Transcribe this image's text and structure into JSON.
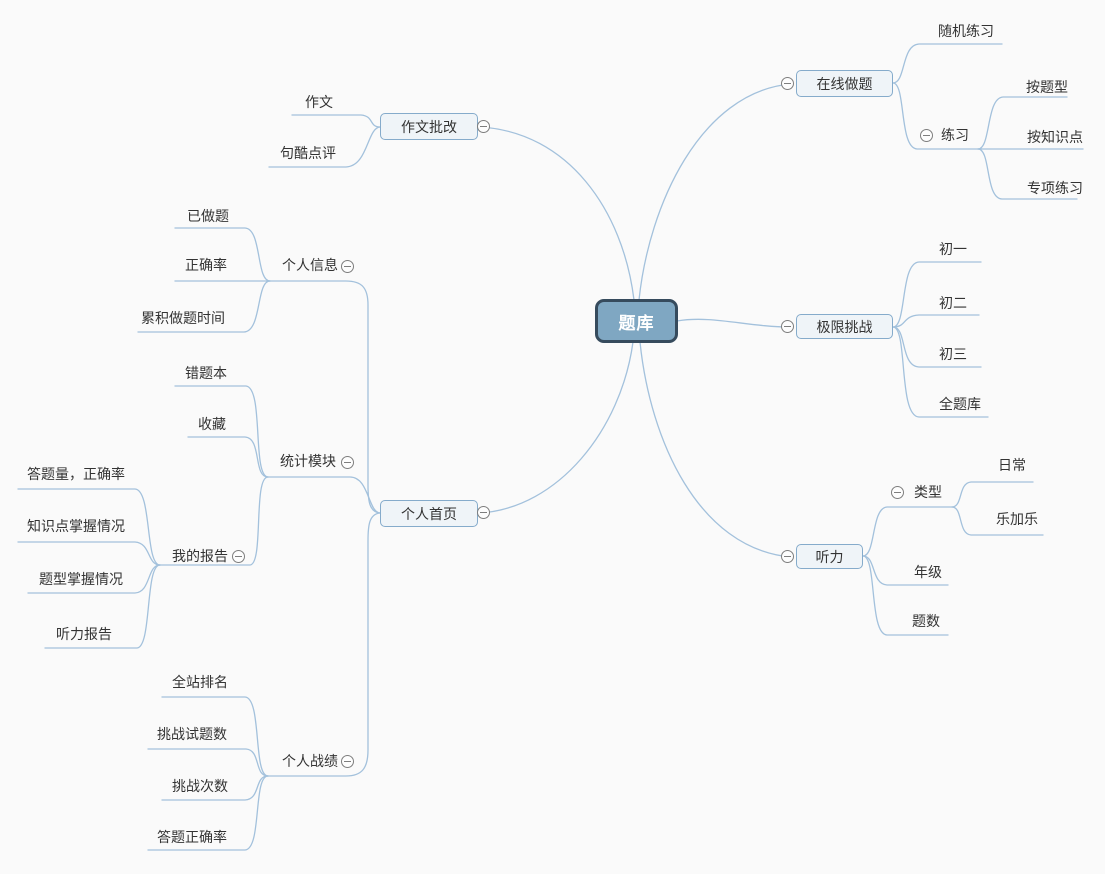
{
  "colors": {
    "background": "#fafafa",
    "line_color": "#a3c1dc",
    "text_color": "#333333",
    "root_fill": "#7fa7c2",
    "root_border": "#364b5d",
    "root_text": "#ffffff",
    "branch_fill": "#eff4f8",
    "branch_border": "#85abcb",
    "icon_color": "#7e7e7e"
  },
  "mindmap": {
    "root": {
      "label": "题库"
    },
    "right_branches": [
      {
        "label": "在线做题",
        "collapse_icon": "minus",
        "children": [
          {
            "label": "随机练习"
          },
          {
            "label": "练习",
            "collapse_icon": "minus",
            "children": [
              {
                "label": "按题型"
              },
              {
                "label": "按知识点"
              },
              {
                "label": "专项练习"
              }
            ]
          }
        ]
      },
      {
        "label": "极限挑战",
        "collapse_icon": "minus",
        "children": [
          {
            "label": "初一"
          },
          {
            "label": "初二"
          },
          {
            "label": "初三"
          },
          {
            "label": "全题库"
          }
        ]
      },
      {
        "label": "听力",
        "collapse_icon": "minus",
        "children": [
          {
            "label": "类型",
            "collapse_icon": "minus",
            "children": [
              {
                "label": "日常"
              },
              {
                "label": "乐加乐"
              }
            ]
          },
          {
            "label": "年级"
          },
          {
            "label": "题数"
          }
        ]
      }
    ],
    "left_branches": [
      {
        "label": "作文批改",
        "collapse_icon": "minus",
        "children": [
          {
            "label": "作文"
          },
          {
            "label": "句酷点评"
          }
        ]
      },
      {
        "label": "个人首页",
        "collapse_icon": "minus",
        "children": [
          {
            "label": "个人信息",
            "collapse_icon": "minus",
            "children": [
              {
                "label": "已做题"
              },
              {
                "label": "正确率"
              },
              {
                "label": "累积做题时间"
              }
            ]
          },
          {
            "label": "统计模块",
            "collapse_icon": "minus",
            "children": [
              {
                "label": "错题本"
              },
              {
                "label": "收藏"
              },
              {
                "label": "我的报告",
                "collapse_icon": "minus",
                "children": [
                  {
                    "label": "答题量，正确率"
                  },
                  {
                    "label": "知识点掌握情况"
                  },
                  {
                    "label": "题型掌握情况"
                  },
                  {
                    "label": "听力报告"
                  }
                ]
              }
            ]
          },
          {
            "label": "个人战绩",
            "collapse_icon": "minus",
            "children": [
              {
                "label": "全站排名"
              },
              {
                "label": "挑战试题数"
              },
              {
                "label": "挑战次数"
              },
              {
                "label": "答题正确率"
              }
            ]
          }
        ]
      }
    ]
  }
}
